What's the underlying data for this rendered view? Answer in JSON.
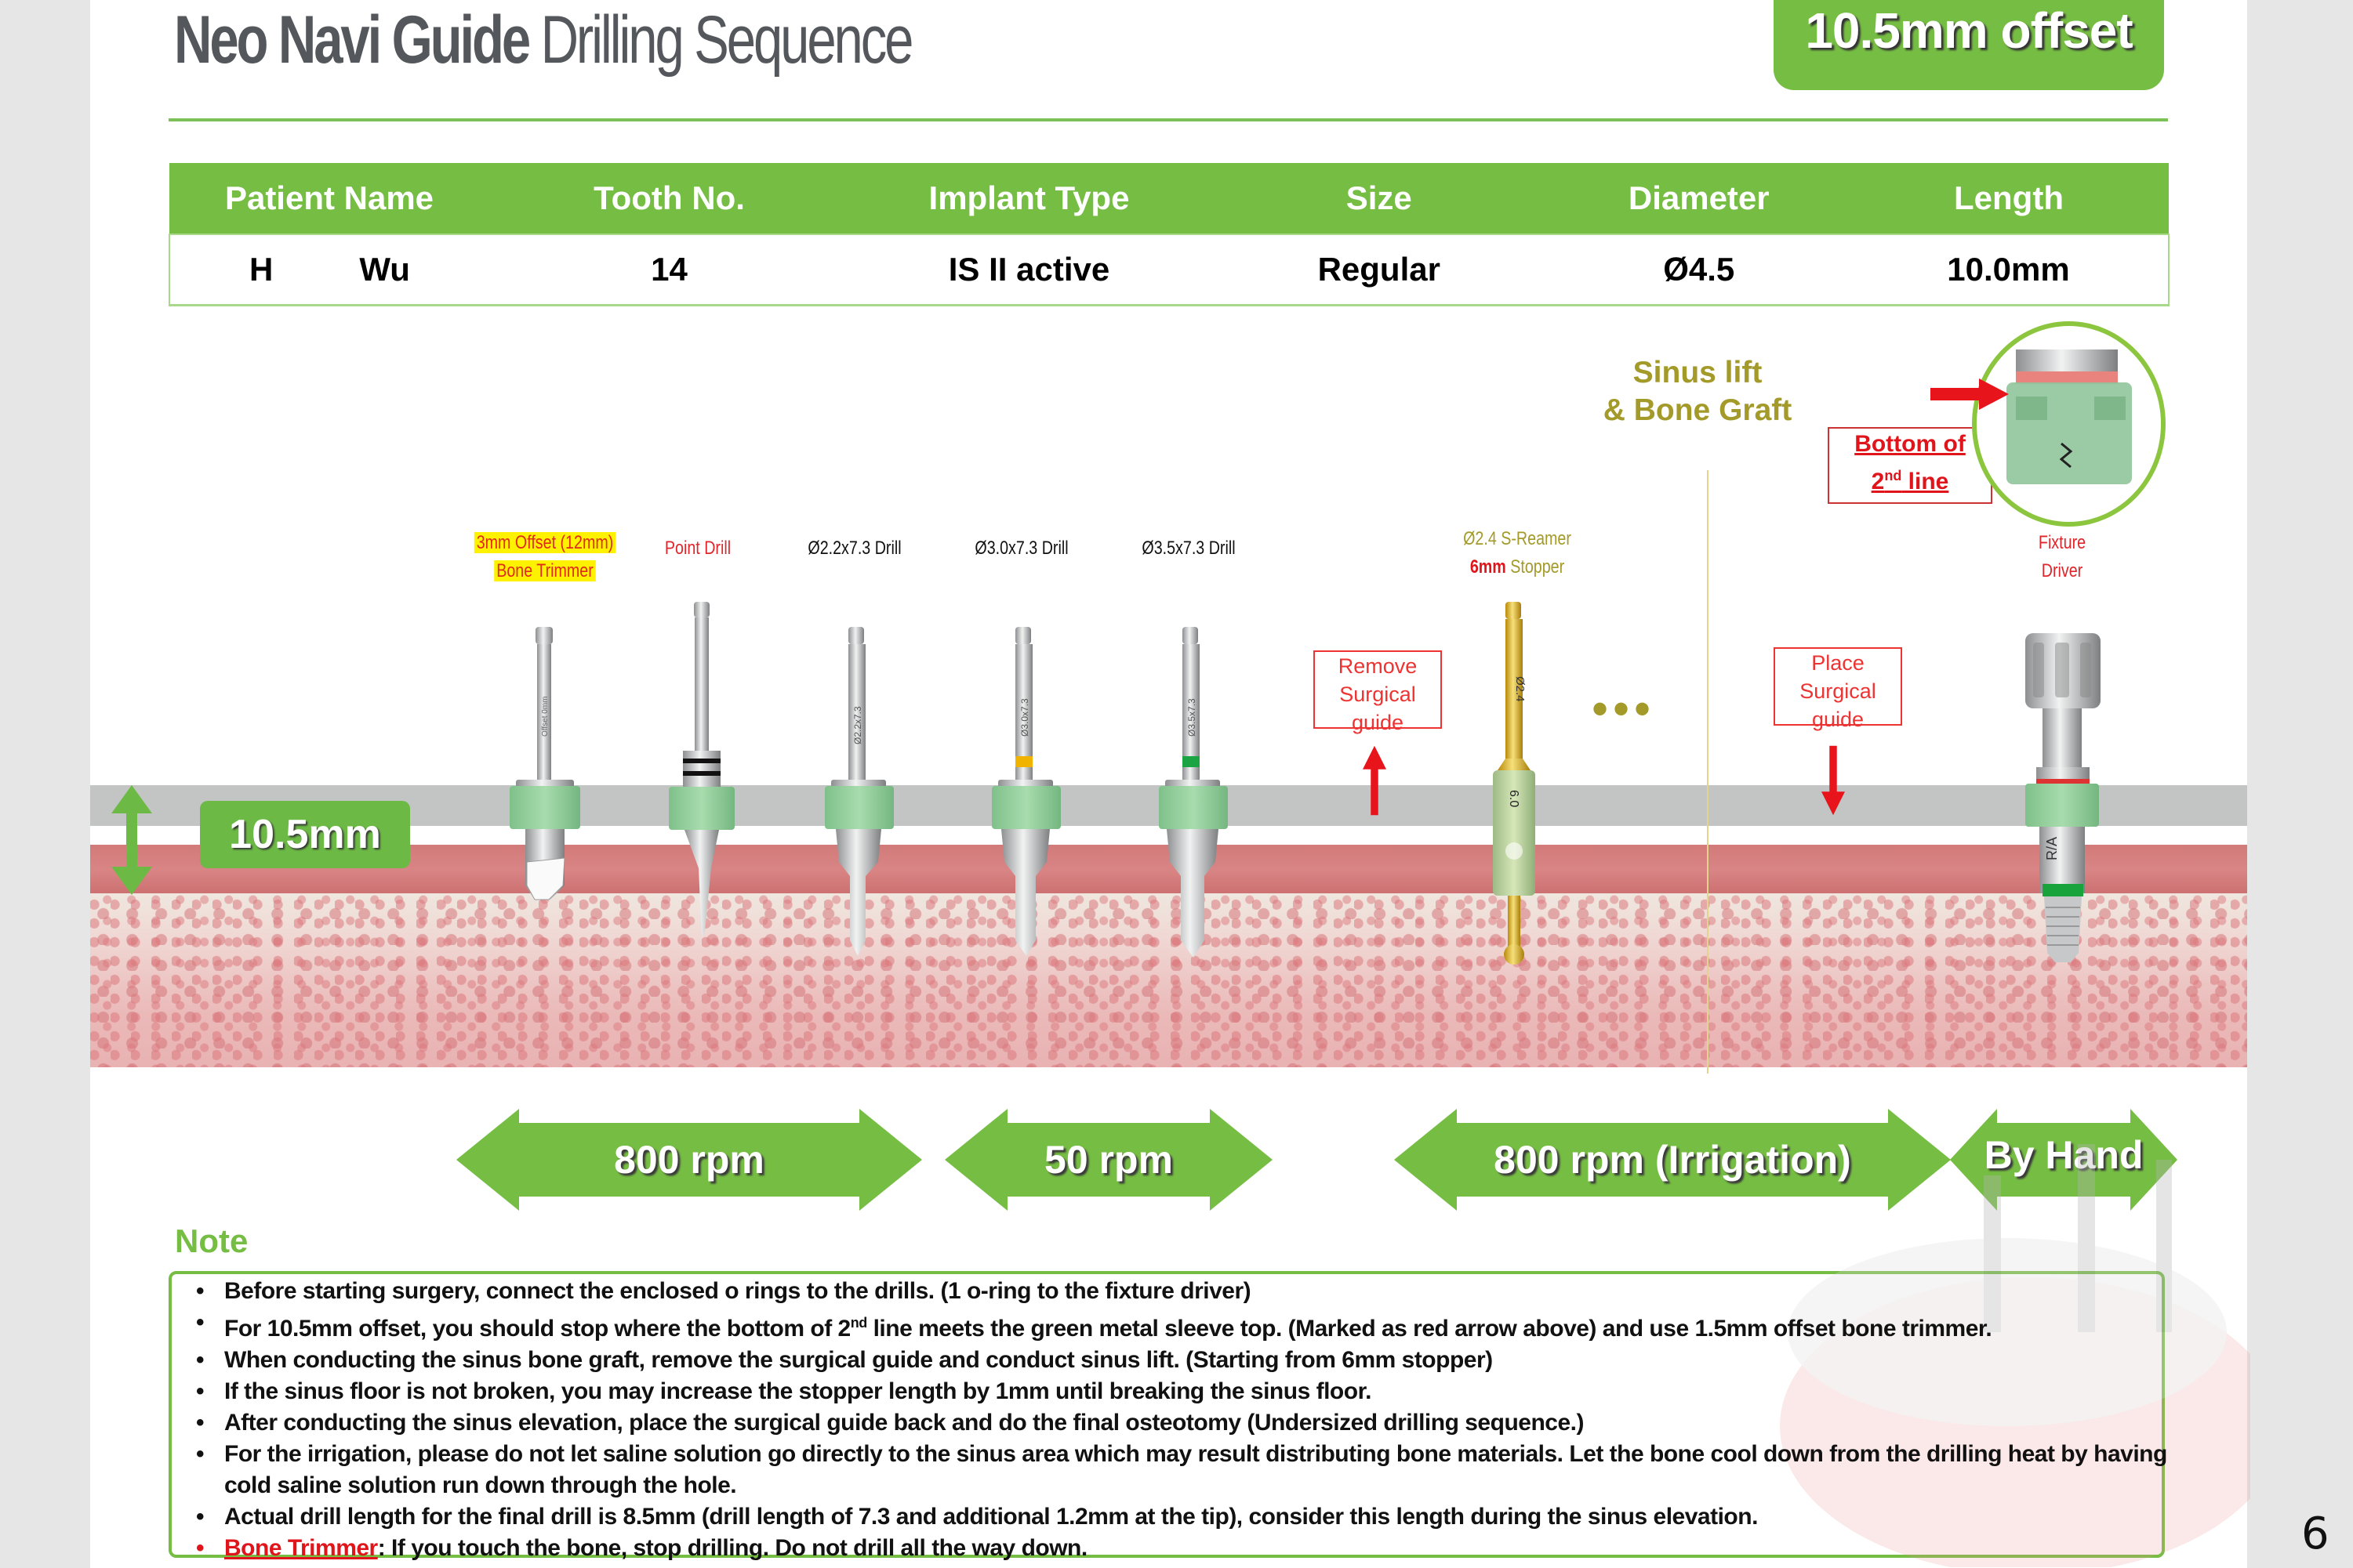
{
  "header": {
    "title_bold": "Neo Navi Guide",
    "title_light": "Drilling Sequence",
    "offset_badge": "10.5mm offset"
  },
  "patient_table": {
    "columns": [
      "Patient Name",
      "Tooth No.",
      "Implant Type",
      "Size",
      "Diameter",
      "Length"
    ],
    "row": {
      "first_name": "H",
      "last_name": "Wu",
      "tooth_no": "14",
      "implant_type": "IS II active",
      "size": "Regular",
      "diameter": "Ø4.5",
      "length": "10.0mm"
    }
  },
  "diagram": {
    "offset_label": "10.5mm",
    "tools": [
      {
        "label_line1": "3mm Offset (12mm)",
        "label_line2": "Bone Trimmer",
        "engraving": "Offset 0mm",
        "style": "highlighted"
      },
      {
        "label_line1": "Point Drill",
        "style": "red"
      },
      {
        "label_line1": "Ø2.2x7.3 Drill",
        "engraving": "Ø2.2x7.3",
        "style": "black"
      },
      {
        "label_line1": "Ø3.0x7.3 Drill",
        "engraving": "Ø3.0x7.3",
        "ring_color": "#f0b400",
        "style": "black"
      },
      {
        "label_line1": "Ø3.5x7.3 Drill",
        "engraving": "Ø3.5x7.3",
        "ring_color": "#1aa542",
        "style": "black"
      },
      {
        "label_line1": "Ø2.4 S-Reamer",
        "label_line2_bold": "6mm",
        "label_line2": "Stopper",
        "engraving_top": "Ø2.4",
        "engraving_sleeve": "6.0",
        "style": "olive"
      },
      {
        "label_line1": "Fixture",
        "label_line2": "Driver",
        "engraving": "R/A",
        "style": "red"
      }
    ],
    "remove_guide": "Remove Surgical guide",
    "remove_guide_lines": [
      "Remove",
      "Surgical",
      "guide"
    ],
    "place_guide_lines": [
      "Place",
      "Surgical",
      "guide"
    ],
    "ellipsis": "•••",
    "sinus_lift_lines": [
      "Sinus lift",
      "& Bone Graft"
    ],
    "bottom_marker": {
      "line1": "Bottom of",
      "line2_num": "2",
      "line2_sup": "nd",
      "line2_rest": " line"
    }
  },
  "speeds": [
    {
      "label": "800 rpm"
    },
    {
      "label": "50 rpm"
    },
    {
      "label": "800 rpm (Irrigation)"
    },
    {
      "label": "By Hand"
    }
  ],
  "notes": {
    "title": "Note",
    "items": [
      "Before starting surgery, connect the enclosed o rings to the drills. (1 o-ring to the fixture driver)",
      "For 10.5mm offset, you should stop where the bottom of 2nd line meets the green metal sleeve top. (Marked as red arrow above) and use 1.5mm offset bone trimmer.",
      "When conducting the sinus bone graft, remove the surgical guide and conduct sinus lift. (Starting from 6mm stopper)",
      "If the sinus floor is not broken, you may increase the stopper length by 1mm until breaking the sinus floor.",
      "After conducting the sinus elevation, place the surgical guide back and do the final osteotomy (Undersized drilling sequence.)",
      "For the irrigation, please do not let saline solution go directly to the sinus area which may result distributing bone materials.  Let the bone cool down from the drilling heat by having cold saline solution run down through the hole.",
      "Actual drill length for the final drill is 8.5mm (drill length of 7.3 and additional 1.2mm at the tip), consider this length during the sinus elevation."
    ],
    "note2_part1": "For 10.5mm offset, you should stop where the bottom of 2",
    "note2_sup": "nd",
    "note2_part2": " line meets the green metal sleeve top. (Marked as red arrow above) and use 1.5mm offset bone trimmer.",
    "warning_term": "Bone Trimmer",
    "warning_text": ": If you touch the bone, stop drilling. Do not drill all the way down."
  },
  "page_number": "6",
  "colors": {
    "brand_green": "#76bd43",
    "warning_red": "#e0141b",
    "olive": "#a39a2a",
    "sleeve_green": "#9fd7a6"
  }
}
